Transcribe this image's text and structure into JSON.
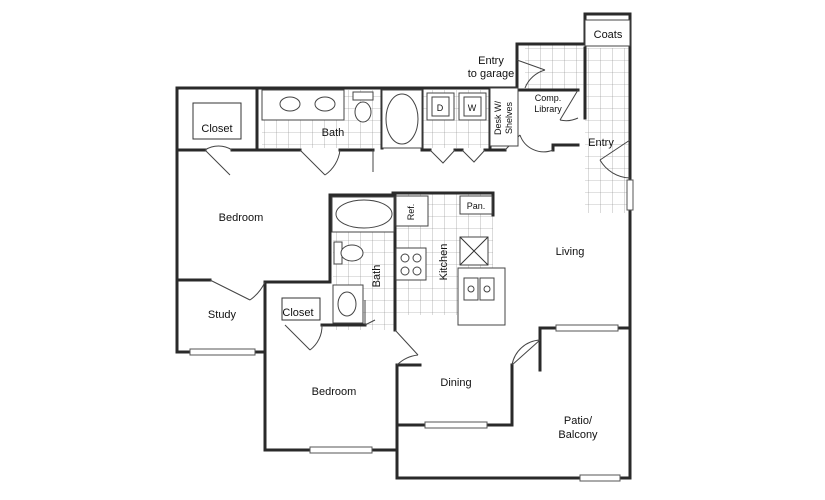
{
  "rooms": {
    "coats": "Coats",
    "entry_to_garage_line1": "Entry",
    "entry_to_garage_line2": "to garage",
    "closet_top": "Closet",
    "bath_top": "Bath",
    "dryer": "D",
    "washer": "W",
    "desk_line1": "Desk W/",
    "desk_line2": "Shelves",
    "comp_library_line1": "Comp.",
    "comp_library_line2": "Library",
    "entry": "Entry",
    "bedroom_left": "Bedroom",
    "ref": "Ref.",
    "pantry": "Pan.",
    "kitchen": "Kitchen",
    "bath_mid": "Bath",
    "living": "Living",
    "study": "Study",
    "closet_mid": "Closet",
    "dining": "Dining",
    "bedroom_bottom": "Bedroom",
    "patio_line1": "Patio/",
    "patio_line2": "Balcony"
  }
}
